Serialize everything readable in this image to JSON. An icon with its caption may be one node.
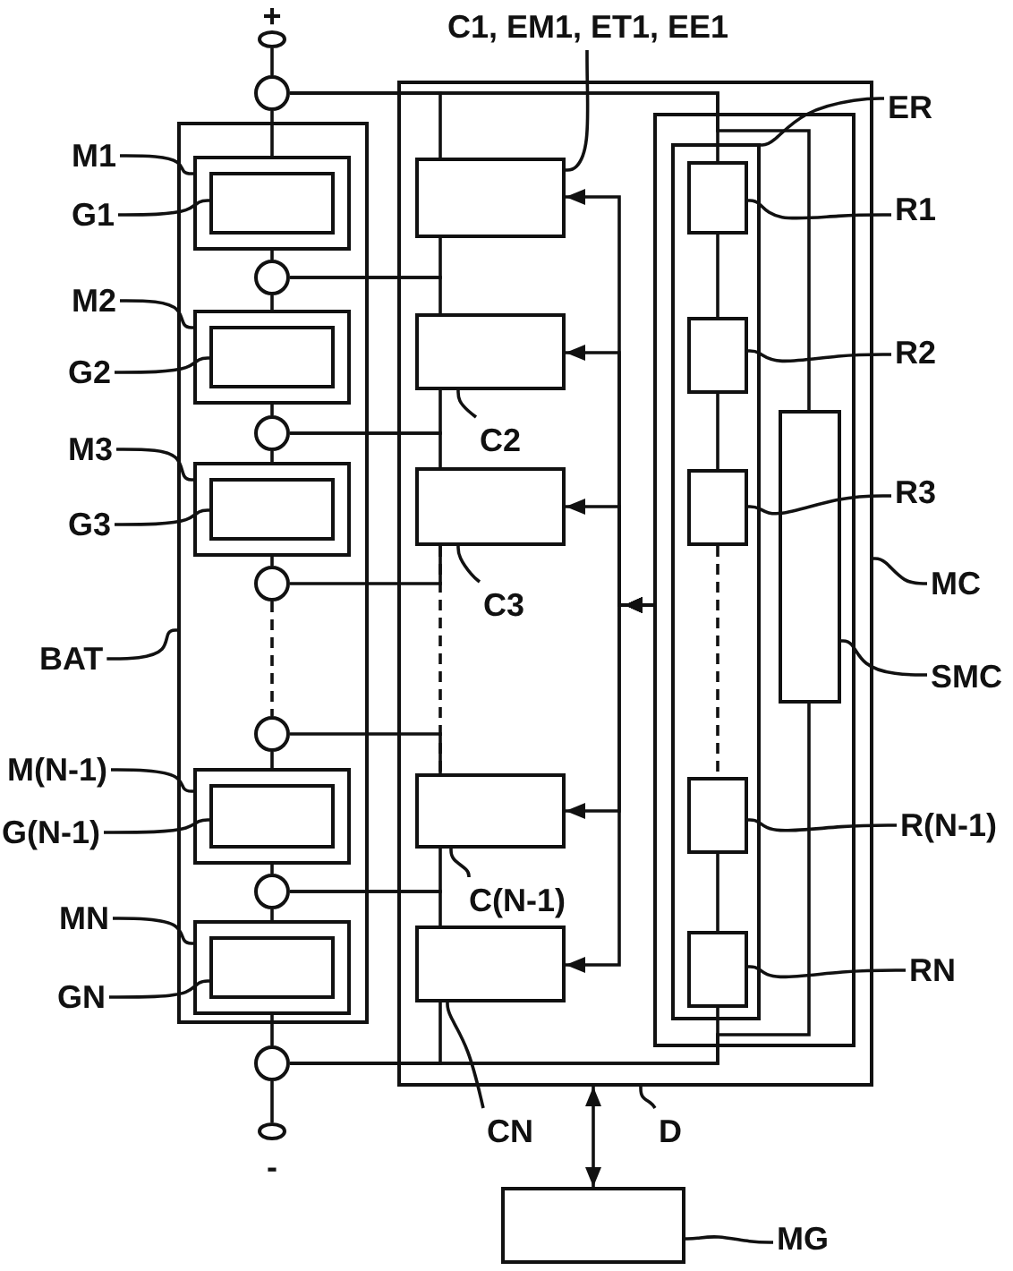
{
  "diagram": {
    "nodes": [
      {
        "text": [],
        "shape": "ellipse",
        "beside": [
          "+"
        ]
      },
      {
        "text": [
          "C1, EM1, ET1, EE1"
        ]
      },
      {
        "text": [],
        "shape": "circle"
      },
      {
        "text": [],
        "shape": "box"
      },
      {
        "text": [],
        "shape": "box",
        "in": 3
      },
      {
        "text": [],
        "shape": "box",
        "in": 4
      },
      {
        "text": [],
        "shape": "box",
        "in": 5
      },
      {
        "text": [],
        "shape": "box",
        "in": 5
      },
      {
        "text": [],
        "shape": "box",
        "in": 5
      },
      {
        "text": [],
        "shape": "box",
        "in": 5
      },
      {
        "text": [],
        "shape": "box",
        "in": 5
      },
      {
        "text": [],
        "shape": "box",
        "in": 4
      },
      {
        "text": [],
        "shape": "box",
        "in": 3
      },
      {
        "text": [],
        "shape": "box",
        "in": 3
      },
      {
        "text": [],
        "shape": "box",
        "in": 3
      },
      {
        "text": [],
        "shape": "box",
        "in": 3
      },
      {
        "text": [],
        "shape": "box",
        "in": 3
      },
      {
        "text": [
          "ER"
        ]
      },
      {
        "text": [],
        "shape": "box"
      },
      {
        "text": [],
        "shape": "box",
        "in": 18
      },
      {
        "text": [],
        "shape": "box",
        "in": 19
      },
      {
        "text": [],
        "shape": "circle",
        "in": 18
      },
      {
        "text": [],
        "shape": "box",
        "in": 18
      },
      {
        "text": [],
        "shape": "box",
        "in": 22
      },
      {
        "text": [],
        "shape": "circle",
        "in": 18
      },
      {
        "text": [],
        "shape": "box",
        "in": 18
      },
      {
        "text": [],
        "shape": "box",
        "in": 25
      },
      {
        "text": [],
        "shape": "circle",
        "in": 18
      },
      {
        "text": [],
        "shape": "circle",
        "in": 18
      },
      {
        "text": [],
        "shape": "box",
        "in": 18
      },
      {
        "text": [],
        "shape": "box",
        "in": 29
      },
      {
        "text": [],
        "shape": "circle",
        "in": 18
      },
      {
        "text": [],
        "shape": "box",
        "in": 18
      },
      {
        "text": [],
        "shape": "box",
        "in": 32
      },
      {
        "text": [],
        "shape": "circle"
      },
      {
        "text": [],
        "shape": "ellipse",
        "beside": [
          "-"
        ]
      },
      {
        "text": [],
        "shape": "box"
      },
      {
        "text": [
          "M1"
        ]
      },
      {
        "text": [
          "G1"
        ]
      },
      {
        "text": [
          "R1"
        ]
      },
      {
        "text": [
          "M2"
        ]
      },
      {
        "text": [
          "R2"
        ]
      },
      {
        "text": [
          "G2"
        ]
      },
      {
        "text": [
          "C2"
        ],
        "in": 3
      },
      {
        "text": [
          "M3"
        ]
      },
      {
        "text": [
          "R3"
        ]
      },
      {
        "text": [
          "G3"
        ]
      },
      {
        "text": [
          "MC"
        ]
      },
      {
        "text": [
          "C3"
        ],
        "in": 3
      },
      {
        "text": [
          "BAT"
        ]
      },
      {
        "text": [
          "SMC"
        ]
      },
      {
        "text": [
          "M(N-1)"
        ]
      },
      {
        "text": [
          "R(N-1)"
        ]
      },
      {
        "text": [
          "G(N-1)"
        ]
      },
      {
        "text": [
          "C(N-1)"
        ],
        "in": 3
      },
      {
        "text": [
          "MN"
        ]
      },
      {
        "text": [
          "RN"
        ]
      },
      {
        "text": [
          "GN"
        ]
      },
      {
        "text": [
          "CN"
        ]
      },
      {
        "text": [
          "D"
        ]
      },
      {
        "text": [
          "MG"
        ]
      }
    ],
    "edges": [
      {
        "from": 0,
        "to": 2,
        "arrow": "none"
      },
      {
        "from": 2,
        "to": 19,
        "arrow": "none"
      },
      {
        "from": 19,
        "to": 21,
        "arrow": "none"
      },
      {
        "from": 21,
        "to": 22,
        "arrow": "none"
      },
      {
        "from": 22,
        "to": 24,
        "arrow": "none"
      },
      {
        "from": 24,
        "to": 25,
        "arrow": "none"
      },
      {
        "from": 25,
        "to": 27,
        "arrow": "none"
      },
      {
        "from": 27,
        "to": 28,
        "arrow": "none",
        "style": "dashed"
      },
      {
        "from": 28,
        "to": 29,
        "arrow": "none"
      },
      {
        "from": 29,
        "to": 31,
        "arrow": "none"
      },
      {
        "from": 31,
        "to": 32,
        "arrow": "none"
      },
      {
        "from": 32,
        "to": 34,
        "arrow": "none"
      },
      {
        "from": 34,
        "to": 35,
        "arrow": "none"
      },
      {
        "from": 2,
        "to": 12,
        "arrow": "none"
      },
      {
        "from": 21,
        "to": 12,
        "arrow": "none"
      },
      {
        "from": 21,
        "to": 13,
        "arrow": "none"
      },
      {
        "from": 24,
        "to": 13,
        "arrow": "none"
      },
      {
        "from": 24,
        "to": 14,
        "arrow": "none"
      },
      {
        "from": 27,
        "to": 14,
        "arrow": "none"
      },
      {
        "from": 14,
        "to": 15,
        "arrow": "none",
        "style": "dashed"
      },
      {
        "from": 28,
        "to": 15,
        "arrow": "none"
      },
      {
        "from": 31,
        "to": 15,
        "arrow": "none"
      },
      {
        "from": 31,
        "to": 16,
        "arrow": "none"
      },
      {
        "from": 34,
        "to": 16,
        "arrow": "none"
      },
      {
        "from": 2,
        "to": 6,
        "arrow": "none"
      },
      {
        "from": 6,
        "to": 7,
        "arrow": "none"
      },
      {
        "from": 7,
        "to": 8,
        "arrow": "none"
      },
      {
        "from": 8,
        "to": 9,
        "arrow": "none",
        "style": "dashed"
      },
      {
        "from": 9,
        "to": 10,
        "arrow": "none"
      },
      {
        "from": 34,
        "to": 10,
        "arrow": "none"
      },
      {
        "from": 2,
        "to": 11,
        "arrow": "none"
      },
      {
        "from": 34,
        "to": 11,
        "arrow": "none"
      },
      {
        "from": 4,
        "to": 12,
        "arrow": "to"
      },
      {
        "from": 4,
        "to": 13,
        "arrow": "to"
      },
      {
        "from": 4,
        "to": 14,
        "arrow": "to"
      },
      {
        "from": 4,
        "to": 15,
        "arrow": "to"
      },
      {
        "from": 4,
        "to": 16,
        "arrow": "to"
      },
      {
        "from": 3,
        "to": 36,
        "arrow": "both"
      },
      {
        "from": 1,
        "to": 12,
        "arrow": "none"
      },
      {
        "from": 17,
        "to": 5,
        "arrow": "none"
      },
      {
        "from": 37,
        "to": 19,
        "arrow": "none"
      },
      {
        "from": 38,
        "to": 20,
        "arrow": "none"
      },
      {
        "from": 39,
        "to": 6,
        "arrow": "none"
      },
      {
        "from": 40,
        "to": 22,
        "arrow": "none"
      },
      {
        "from": 41,
        "to": 7,
        "arrow": "none"
      },
      {
        "from": 42,
        "to": 23,
        "arrow": "none"
      },
      {
        "from": 43,
        "to": 13,
        "arrow": "none"
      },
      {
        "from": 44,
        "to": 25,
        "arrow": "none"
      },
      {
        "from": 45,
        "to": 8,
        "arrow": "none"
      },
      {
        "from": 46,
        "to": 26,
        "arrow": "none"
      },
      {
        "from": 47,
        "to": 3,
        "arrow": "none"
      },
      {
        "from": 48,
        "to": 14,
        "arrow": "none"
      },
      {
        "from": 49,
        "to": 18,
        "arrow": "none"
      },
      {
        "from": 50,
        "to": 11,
        "arrow": "none"
      },
      {
        "from": 51,
        "to": 29,
        "arrow": "none"
      },
      {
        "from": 52,
        "to": 9,
        "arrow": "none"
      },
      {
        "from": 53,
        "to": 30,
        "arrow": "none"
      },
      {
        "from": 54,
        "to": 15,
        "arrow": "none"
      },
      {
        "from": 55,
        "to": 32,
        "arrow": "none"
      },
      {
        "from": 56,
        "to": 10,
        "arrow": "none"
      },
      {
        "from": 57,
        "to": 33,
        "arrow": "none"
      },
      {
        "from": 58,
        "to": 16,
        "arrow": "none"
      },
      {
        "from": 59,
        "to": 3,
        "arrow": "none"
      },
      {
        "from": 60,
        "to": 36,
        "arrow": "none"
      }
    ]
  }
}
